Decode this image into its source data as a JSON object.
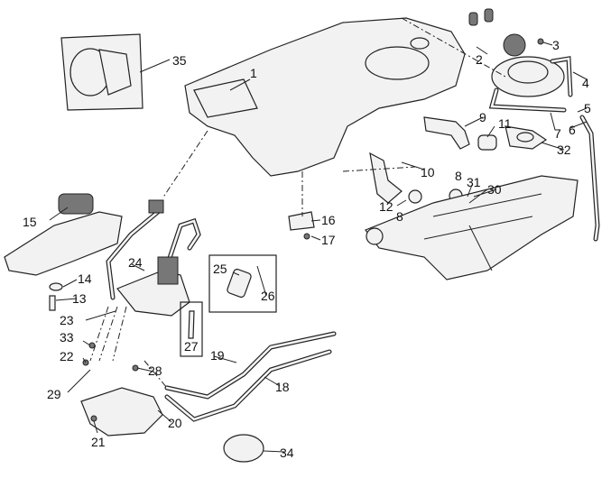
{
  "diagram": {
    "type": "exploded parts diagram",
    "callouts": {
      "n1": "1",
      "n2": "2",
      "n3": "3",
      "n4": "4",
      "n5": "5",
      "n6": "6",
      "n7": "7",
      "n8a": "8",
      "n8b": "8",
      "n9": "9",
      "n10": "10",
      "n11": "11",
      "n12": "12",
      "n13": "13",
      "n14": "14",
      "n15": "15",
      "n16": "16",
      "n17": "17",
      "n18": "18",
      "n19": "19",
      "n20": "20",
      "n21": "21",
      "n22": "22",
      "n23": "23",
      "n24": "24",
      "n25": "25",
      "n26": "26",
      "n27": "27",
      "n28": "28",
      "n29": "29",
      "n30": "30",
      "n31": "31",
      "n32": "32",
      "n33": "33",
      "n34": "34",
      "n35": "35"
    }
  }
}
